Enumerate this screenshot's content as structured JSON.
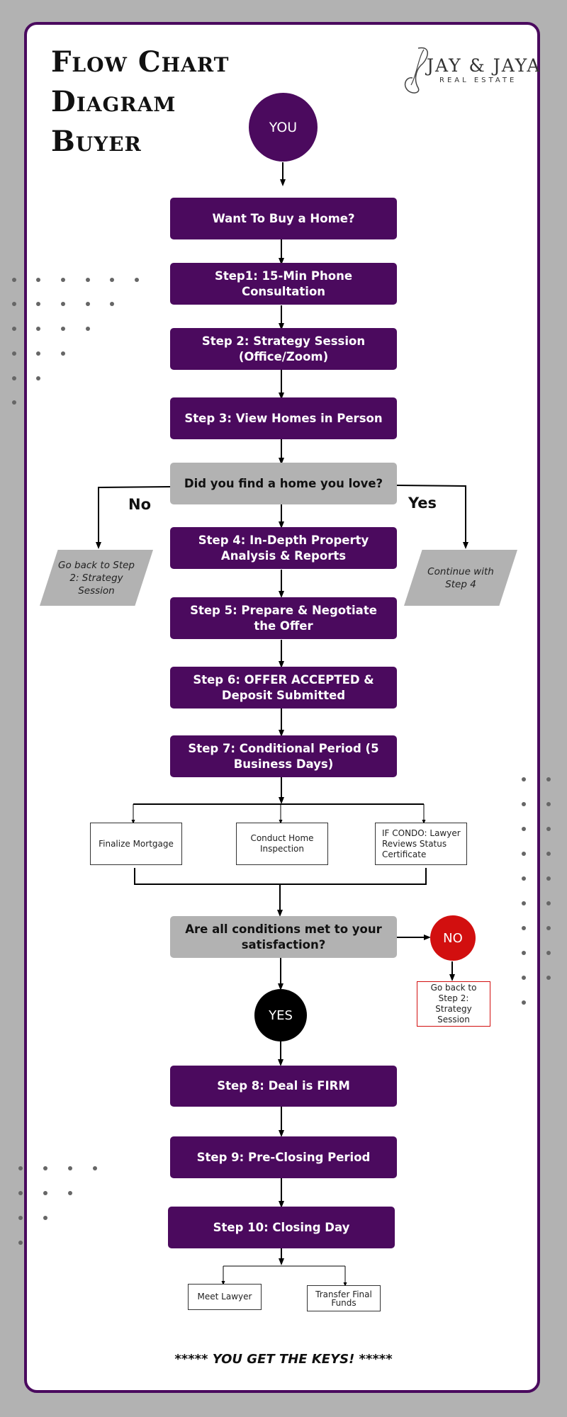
{
  "title": {
    "line1": "Flow Chart",
    "line2": "Diagram",
    "line3": "Buyer"
  },
  "logo": {
    "name": "JAY & JAYA",
    "sub": "REAL ESTATE"
  },
  "start": "YOU",
  "steps": {
    "want": "Want To Buy a Home?",
    "step1": "Step1: 15-Min Phone Consultation",
    "step2": "Step 2: Strategy Session (Office/Zoom)",
    "step3": "Step 3: View Homes in Person",
    "question1": "Did you find a home you love?",
    "step4": "Step 4: In-Depth Property Analysis & Reports",
    "step5": "Step 5: Prepare & Negotiate the Offer",
    "step6": "Step 6: OFFER ACCEPTED & Deposit Submitted",
    "step7": "Step 7: Conditional Period (5 Business Days)",
    "question2": "Are all conditions met to your satisfaction?",
    "step8": "Step 8: Deal is FIRM",
    "step9": "Step 9: Pre-Closing Period",
    "step10": "Step 10: Closing Day"
  },
  "branches": {
    "no_label": "No",
    "yes_label": "Yes",
    "no_action": "Go back to Step 2: Strategy Session",
    "yes_action": "Continue with Step 4"
  },
  "conditions": [
    "Finalize Mortgage",
    "Conduct Home Inspection",
    "IF CONDO: Lawyer Reviews Status Certificate"
  ],
  "outcome": {
    "yes": "YES",
    "no": "NO",
    "no_action": "Go back to Step 2: Strategy Session"
  },
  "closing_tasks": [
    "Meet Lawyer",
    "Transfer Final Funds"
  ],
  "footer": "***** YOU GET THE KEYS! *****",
  "colors": {
    "purple": "#4b0a5e",
    "grey": "#b2b2b2",
    "red": "#d20f0f",
    "black": "#000000"
  }
}
